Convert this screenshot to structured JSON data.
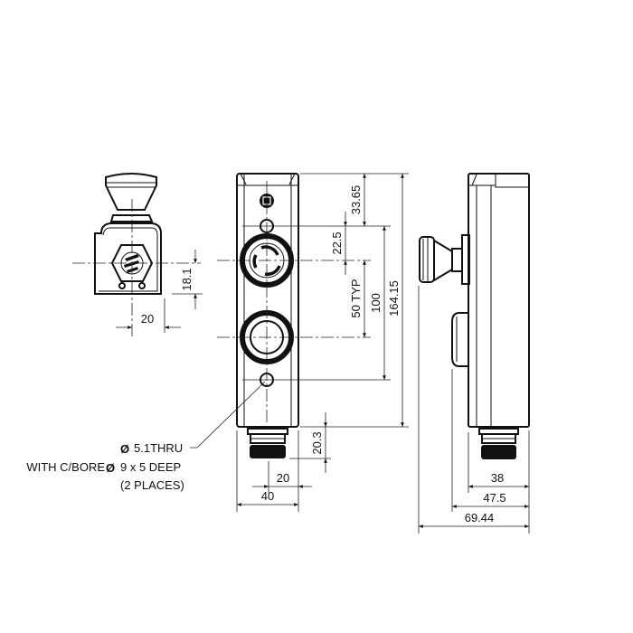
{
  "dimensions": {
    "left_view": {
      "height_18_1": "18.1",
      "width_20": "20"
    },
    "front_view": {
      "top_33_65": "33.65",
      "spacing_22_5": "22.5",
      "spacing_50_typ": "50 TYP",
      "holes_100": "100",
      "overall_164_15": "164.15",
      "connector_20_3": "20.3",
      "center_20": "20",
      "width_40": "40"
    },
    "side_view": {
      "depth_38": "38",
      "depth_47_5": "47.5",
      "depth_69_44": "69.44"
    }
  },
  "callout": {
    "line1": "5.1THRU",
    "line2_prefix": "WITH C/BORE",
    "line2": "9 x 5 DEEP",
    "line3": "(2 PLACES)",
    "diameter_symbol": "Ø"
  }
}
